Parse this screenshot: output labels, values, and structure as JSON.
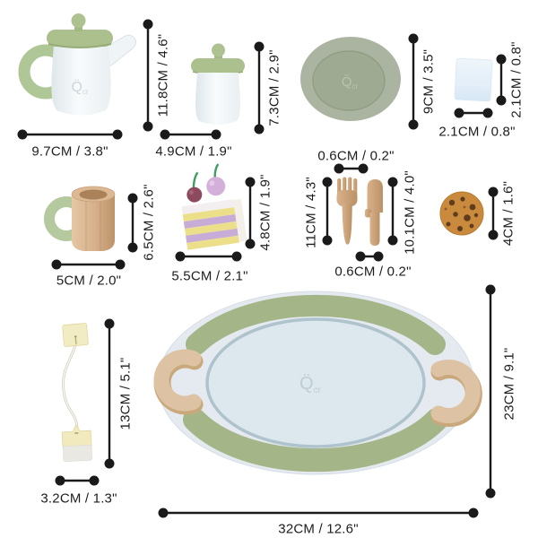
{
  "brand": {
    "logo_main": "Q̈",
    "logo_sub": "cr"
  },
  "items": [
    "teapot",
    "sugar-jar",
    "plate",
    "napkin",
    "mug",
    "cake-slice",
    "fork",
    "knife",
    "cookie",
    "tea-bag",
    "serving-tray"
  ],
  "dimensions": {
    "teapot_height": "11.8CM / 4.6\"",
    "teapot_width": "9.7CM / 3.8\"",
    "sugar_jar_height": "7.3CM / 2.9\"",
    "sugar_jar_width": "4.9CM / 1.9\"",
    "plate_height": "9CM / 3.5\"",
    "napkin_height": "2.1CM / 0.8\"",
    "napkin_width": "2.1CM / 0.8\"",
    "mug_height": "6.5CM / 2.6\"",
    "mug_width": "5CM / 2.0\"",
    "cake_height": "4.8CM / 1.9\"",
    "cake_width": "5.5CM / 2.1\"",
    "fork_top_width": "0.6CM / 0.2\"",
    "fork_height": "11CM / 4.3\"",
    "knife_height": "10.1CM / 4.0\"",
    "knife_bottom_width": "0.6CM / 0.2\"",
    "cookie_height": "4CM / 1.6\"",
    "teabag_height": "13CM / 5.1\"",
    "teabag_width": "3.2CM / 1.3\"",
    "tray_height": "23CM / 9.1\"",
    "tray_width": "32CM / 12.6\""
  },
  "colors": {
    "sage_green": "#a9bf8d",
    "tray_green": "#a4b588",
    "wood": "#d2a983",
    "cookie_brown": "#c98a3e",
    "napkin_blue": "#e3eef8",
    "dimension_line": "#1a1a1a"
  }
}
